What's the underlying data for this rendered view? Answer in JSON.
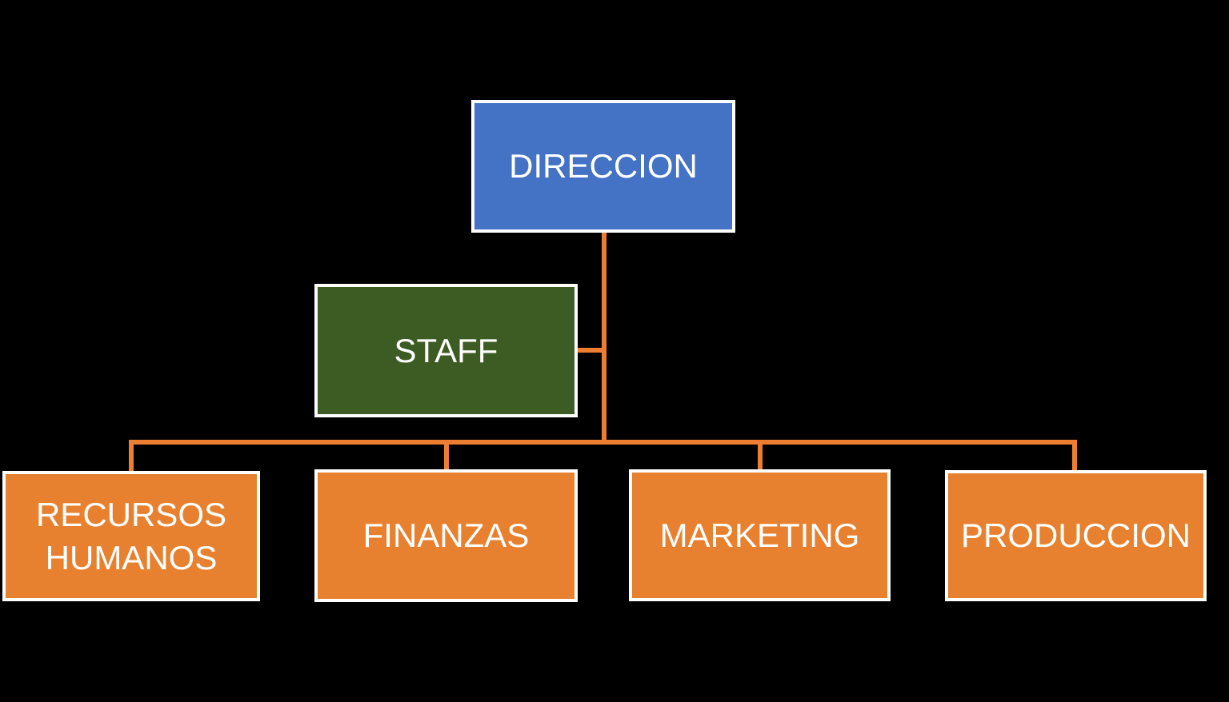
{
  "canvas": {
    "background": "#000000"
  },
  "diagram": {
    "type": "org-chart",
    "connector_color": "#ED7D31",
    "text_color": "#FFFFFF",
    "border_color": "#FFFFFF",
    "nodes": {
      "direccion": {
        "label": "DIRECCION",
        "fill": "#4472C4",
        "role": "root"
      },
      "staff": {
        "label": "STAFF",
        "fill": "#3C5C24",
        "role": "staff-of-root"
      },
      "recursos_humanos": {
        "label": "RECURSOS HUMANOS",
        "fill": "#E8812F",
        "role": "department"
      },
      "finanzas": {
        "label": "FINANZAS",
        "fill": "#E8812F",
        "role": "department"
      },
      "marketing": {
        "label": "MARKETING",
        "fill": "#E8812F",
        "role": "department"
      },
      "produccion": {
        "label": "PRODUCCION",
        "fill": "#E8812F",
        "role": "department"
      }
    },
    "hierarchy": {
      "root": "DIRECCION",
      "staff_of_root": "STAFF",
      "children_of_root": [
        "RECURSOS HUMANOS",
        "FINANZAS",
        "MARKETING",
        "PRODUCCION"
      ]
    }
  }
}
